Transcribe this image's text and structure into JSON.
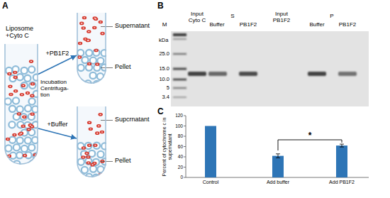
{
  "diagram": {
    "nodes": [
      {
        "text": [
          "Liposome +Cyto C"
        ]
      },
      {
        "text": [
          "Supernatant",
          "Pellet"
        ]
      },
      {
        "text": [
          "Supcrnatant",
          "Pellet"
        ]
      }
    ],
    "edges": [
      {
        "from": 0,
        "to": 1,
        "arrow": "to",
        "label": "+PB1F2"
      },
      {
        "from": 0,
        "to": 2,
        "arrow": "to",
        "label": "+Buffer"
      }
    ],
    "labels": [
      "A",
      "Incubation Centrifuga- tion",
      "B",
      "M",
      "Input Cyto C",
      "S",
      "Buffer",
      "PB1F2",
      "Input PB1F2",
      "P",
      "Buffer",
      "PB1F2",
      "kDa",
      "25.0",
      "15.0",
      "10.0",
      "5",
      "3.4",
      "C",
      "Percent of cytochrome c in supernatant",
      "120",
      "100",
      "80",
      "60",
      "40",
      "20",
      "0",
      "Control",
      "Add buffer",
      "Add PB1F2",
      "*"
    ]
  }
}
